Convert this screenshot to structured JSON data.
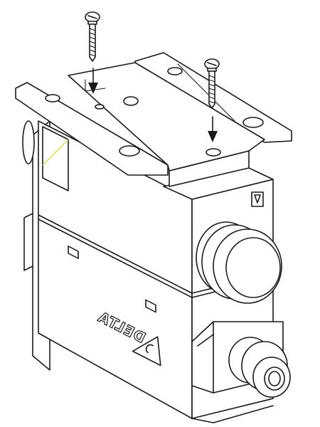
{
  "figure": {
    "brand_logo_text": "DELTA",
    "accent_color": "#e8e04a",
    "line_color": "#1a1a1a",
    "icons": [
      "screw-icon",
      "down-arrow-icon",
      "mounting-bracket",
      "pneumatic-fitting",
      "delta-logo"
    ]
  }
}
